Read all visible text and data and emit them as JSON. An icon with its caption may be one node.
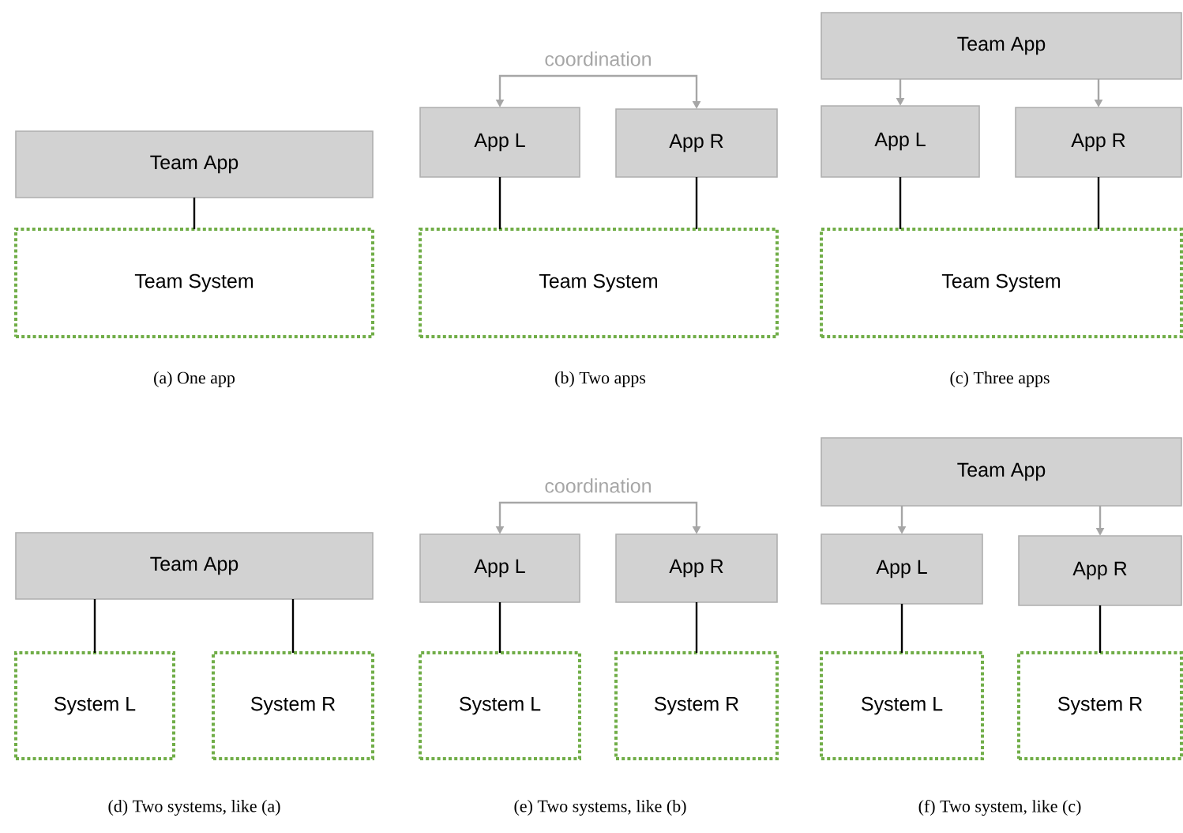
{
  "diagram": {
    "nodes": [
      {
        "text": [
          "Team App"
        ]
      },
      {
        "text": [
          "Team System"
        ]
      },
      {
        "text": [
          "App L"
        ]
      },
      {
        "text": [
          "App R"
        ]
      },
      {
        "text": [
          "Team System"
        ]
      },
      {
        "text": [
          "Team App"
        ]
      },
      {
        "text": [
          "App L"
        ]
      },
      {
        "text": [
          "App R"
        ]
      },
      {
        "text": [
          "Team System"
        ]
      },
      {
        "text": [
          "Team App"
        ]
      },
      {
        "text": [
          "System L"
        ]
      },
      {
        "text": [
          "System R"
        ]
      },
      {
        "text": [
          "App L"
        ]
      },
      {
        "text": [
          "App R"
        ]
      },
      {
        "text": [
          "System L"
        ]
      },
      {
        "text": [
          "System R"
        ]
      },
      {
        "text": [
          "Team App"
        ]
      },
      {
        "text": [
          "App L"
        ]
      },
      {
        "text": [
          "App R"
        ]
      },
      {
        "text": [
          "System L"
        ]
      },
      {
        "text": [
          "System R"
        ]
      }
    ],
    "edges": [
      {
        "from": 0,
        "to": 1,
        "arrow": "none"
      },
      {
        "from": 2,
        "to": 3,
        "arrow": "both",
        "label": "coordination",
        "color": "#a6a6a6"
      },
      {
        "from": 2,
        "to": 4,
        "arrow": "none"
      },
      {
        "from": 3,
        "to": 4,
        "arrow": "none"
      },
      {
        "from": 5,
        "to": 6,
        "arrow": "to",
        "color": "#a6a6a6"
      },
      {
        "from": 5,
        "to": 7,
        "arrow": "to",
        "color": "#a6a6a6"
      },
      {
        "from": 6,
        "to": 8,
        "arrow": "none"
      },
      {
        "from": 7,
        "to": 8,
        "arrow": "none"
      },
      {
        "from": 9,
        "to": 10,
        "arrow": "none"
      },
      {
        "from": 9,
        "to": 11,
        "arrow": "none"
      },
      {
        "from": 12,
        "to": 13,
        "arrow": "both",
        "label": "coordination",
        "color": "#a6a6a6"
      },
      {
        "from": 12,
        "to": 14,
        "arrow": "none"
      },
      {
        "from": 13,
        "to": 15,
        "arrow": "none"
      },
      {
        "from": 16,
        "to": 17,
        "arrow": "to",
        "color": "#a6a6a6"
      },
      {
        "from": 16,
        "to": 18,
        "arrow": "to",
        "color": "#a6a6a6"
      },
      {
        "from": 17,
        "to": 19,
        "arrow": "none"
      },
      {
        "from": 18,
        "to": 20,
        "arrow": "none"
      }
    ],
    "labels": [
      "(a)  One app",
      "(b)  Two apps",
      "(c)  Three apps",
      "(d)  Two systems, like (a)",
      "(e)  Two systems, like (b)",
      "(f)  Two system, like (c)"
    ]
  }
}
